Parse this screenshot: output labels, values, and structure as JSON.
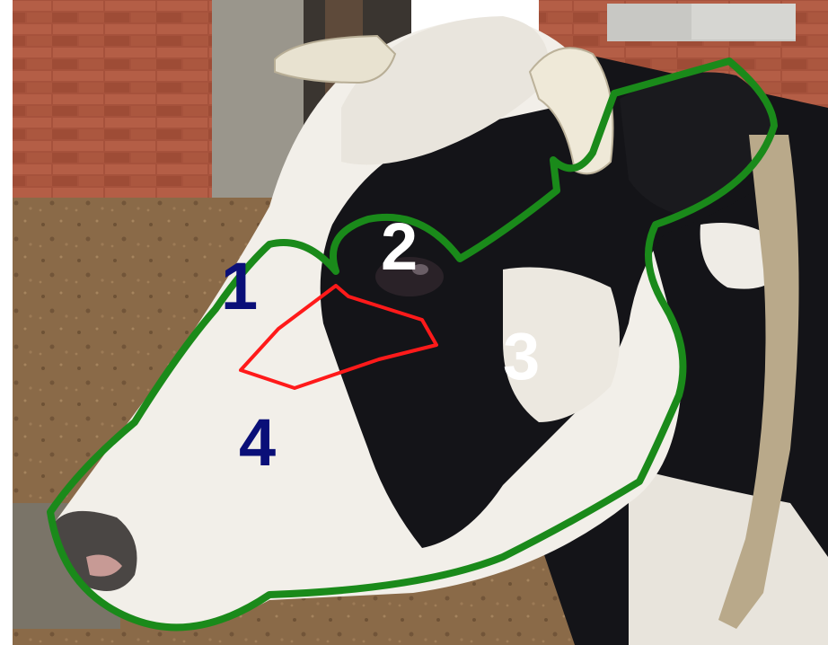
{
  "labels": {
    "region_1": "1",
    "region_2": "2",
    "region_3": "3",
    "region_4": "4"
  },
  "colors": {
    "outline_outer": "#1a8a1a",
    "outline_inner": "#ff1a1a",
    "label_dark": "#0a0f78",
    "label_light": "#ffffff",
    "white_fur": "#f2efe9",
    "black_fur": "#141418",
    "brick": "#a6523c",
    "ground": "#8a6a48",
    "strap": "#b9a98a"
  }
}
